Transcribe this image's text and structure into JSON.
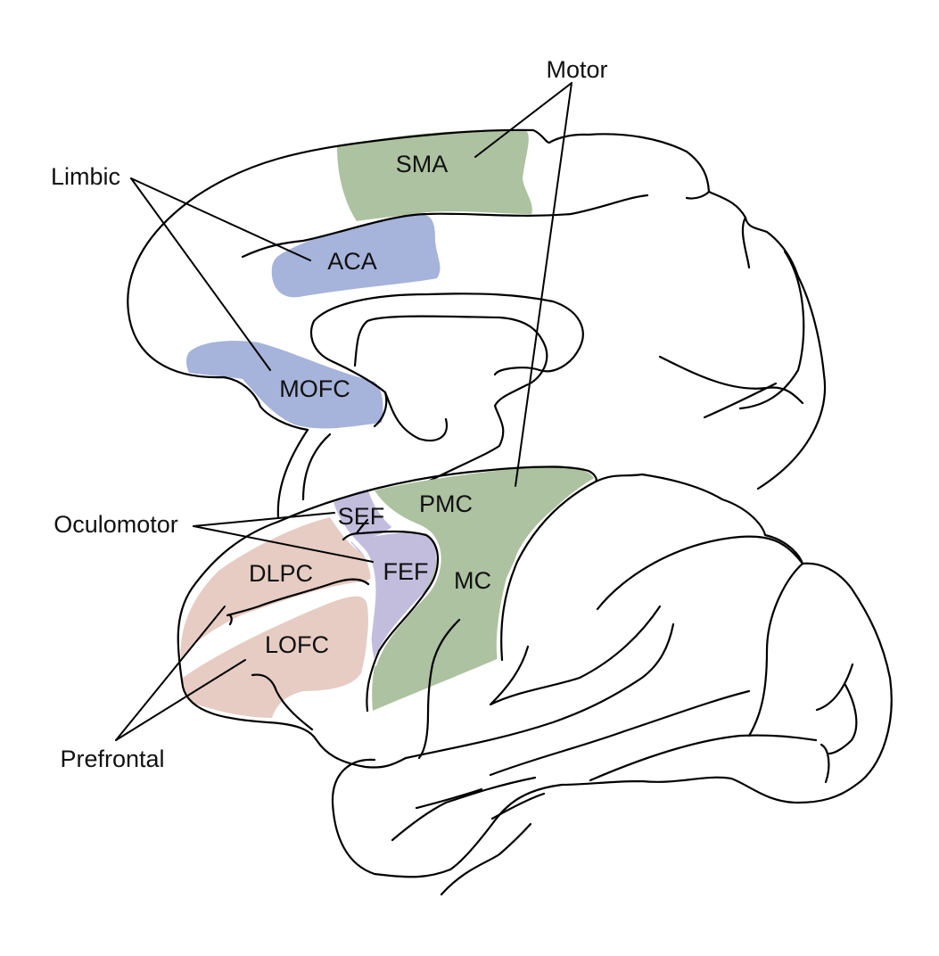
{
  "figure": {
    "description": "Lateral and medial views of a primate brain with frontal lobe subdivisions",
    "categories": {
      "motor": "Motor",
      "limbic": "Limbic",
      "oculomotor": "Oculomotor",
      "prefrontal": "Prefrontal"
    },
    "regions": {
      "sma": "SMA",
      "aca": "ACA",
      "mofc": "MOFC",
      "pmc": "PMC",
      "mc": "MC",
      "sef": "SEF",
      "fef": "FEF",
      "dlpc": "DLPC",
      "lofc": "LOFC"
    },
    "colors": {
      "motor": "#adc2a0",
      "limbic": "#a6b3da",
      "oculomotor": "#c3bddd",
      "prefrontal": "#e6ccc3",
      "outline": "#000000"
    }
  }
}
